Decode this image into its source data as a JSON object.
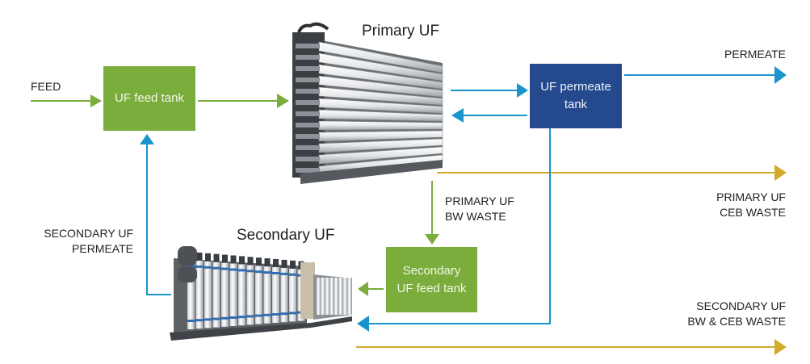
{
  "colors": {
    "green": "#7aad3c",
    "blue": "#1a94cc",
    "navy": "#244a8d",
    "gold": "#d4aa2c",
    "text": "#222222"
  },
  "units": {
    "primary_uf": {
      "title": "Primary UF",
      "icon": "membrane-rack-horizontal-icon"
    },
    "secondary_uf": {
      "title": "Secondary UF",
      "icon": "membrane-skid-vertical-icon"
    }
  },
  "tanks": {
    "uf_feed": {
      "label": "UF feed tank"
    },
    "uf_permeate": {
      "line1": "UF permeate",
      "line2": "tank"
    },
    "secondary_feed": {
      "line1": "Secondary",
      "line2": "UF feed tank"
    }
  },
  "streams": {
    "feed": "FEED",
    "permeate": "PERMEATE",
    "primary_bw_waste": {
      "line1": "PRIMARY UF",
      "line2": "BW WASTE"
    },
    "primary_ceb_waste": {
      "line1": "PRIMARY UF",
      "line2": "CEB WASTE"
    },
    "secondary_permeate": {
      "line1": "SECONDARY UF",
      "line2": "PERMEATE"
    },
    "secondary_waste": {
      "line1": "SECONDARY UF",
      "line2": "BW & CEB WASTE"
    }
  }
}
